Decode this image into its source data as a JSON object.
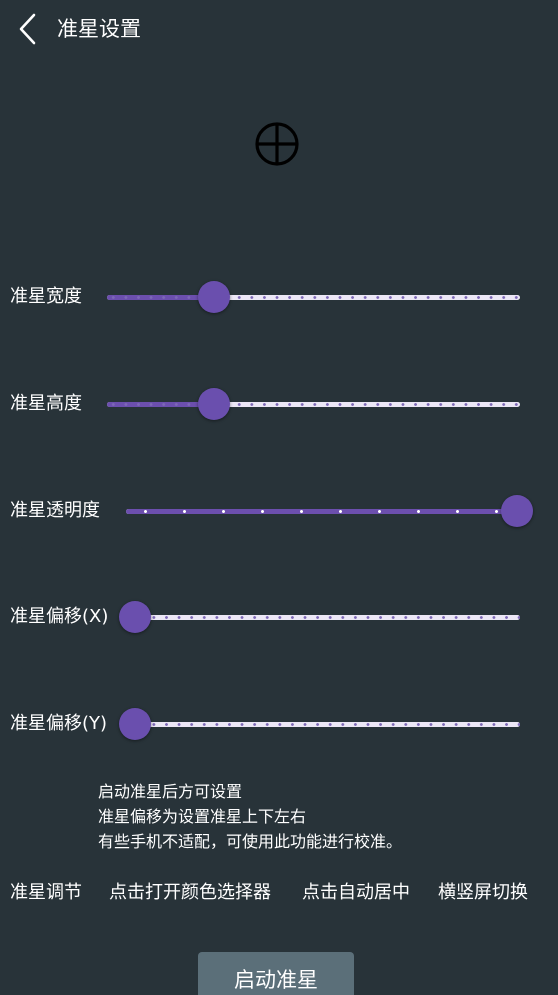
{
  "header": {
    "title": "准星设置",
    "back_icon": "chevron-left-icon"
  },
  "preview": {
    "icon": "crosshair-icon",
    "color": "#000000"
  },
  "sliders": [
    {
      "label": "准星宽度",
      "value": 0.26
    },
    {
      "label": "准星高度",
      "value": 0.26
    },
    {
      "label": "准星透明度",
      "value": 1.0
    },
    {
      "label": "准星偏移(X)",
      "value": 0.0
    },
    {
      "label": "准星偏移(Y)",
      "value": 0.0
    }
  ],
  "info_lines": [
    "启动准星后方可设置",
    "准星偏移为设置准星上下左右",
    "有些手机不适配，可使用此功能进行校准。"
  ],
  "actions": {
    "adjust": "准星调节",
    "color_picker": "点击打开颜色选择器",
    "auto_center": "点击自动居中",
    "orientation": "横竖屏切换"
  },
  "start_button": "启动准星",
  "colors": {
    "background": "#283339",
    "accent": "#6a4fae",
    "track": "#ece7f6",
    "button": "#5b6f79"
  }
}
